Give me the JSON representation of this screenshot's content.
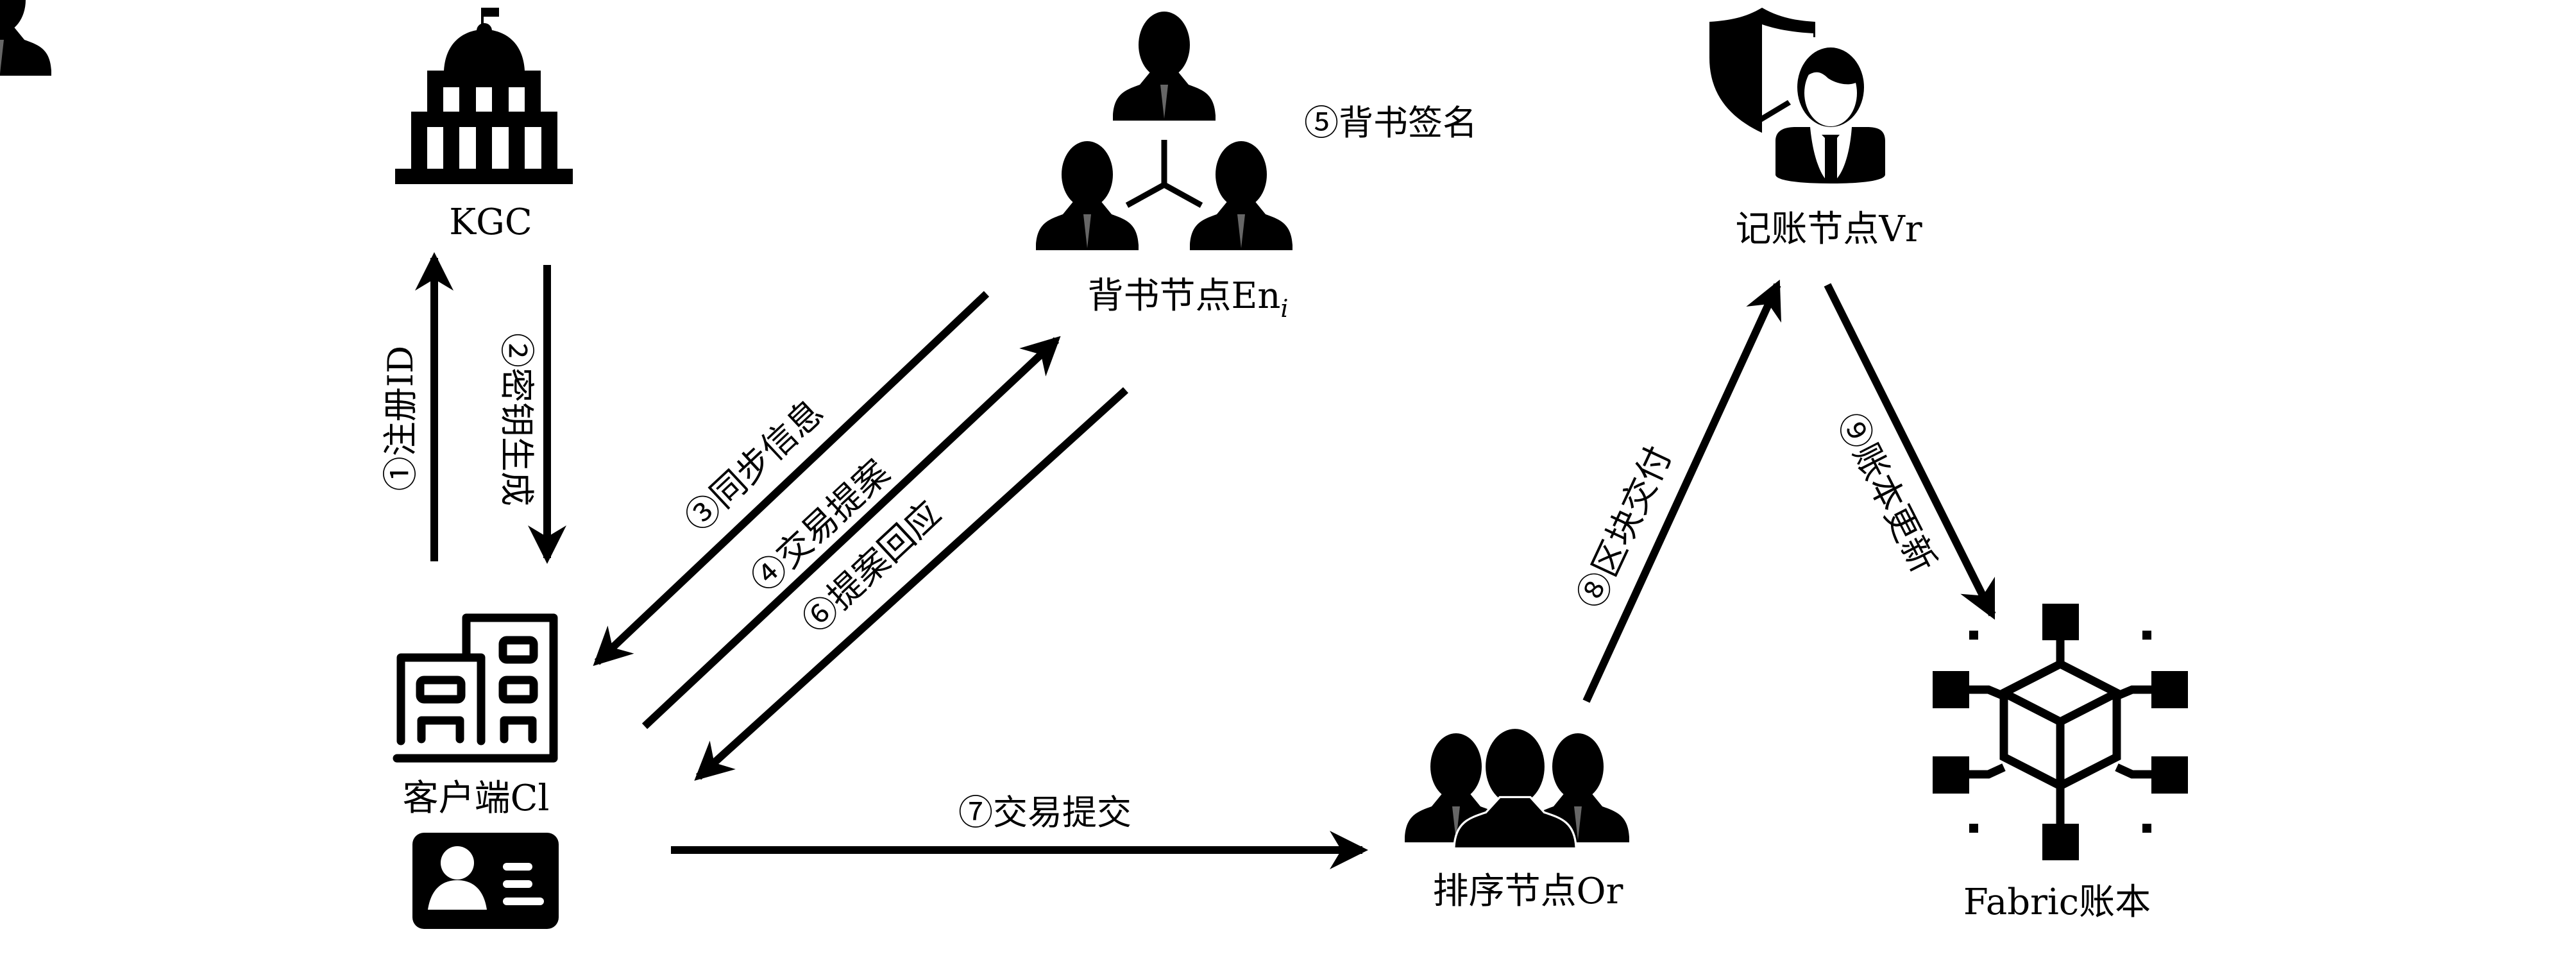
{
  "diagram": {
    "nodes": {
      "kgc": {
        "label": "KGC",
        "icon": "government-building-icon"
      },
      "endorser": {
        "label": "背书节点En",
        "subscript": "i",
        "icon": "three-people-network-icon"
      },
      "committer": {
        "label": "记账节点Vr",
        "icon": "shield-person-icon"
      },
      "client": {
        "label": "客户端Cl",
        "icon": "office-building-icon",
        "id_icon": "id-card-icon"
      },
      "orderer": {
        "label": "排序节点Or",
        "icon": "three-people-group-icon"
      },
      "ledger": {
        "label": "Fabric账本",
        "icon": "blockchain-cube-icon"
      }
    },
    "steps": [
      {
        "id": 1,
        "label": "①注册ID",
        "from": "client",
        "to": "kgc"
      },
      {
        "id": 2,
        "label": "②密钥生成",
        "from": "kgc",
        "to": "client"
      },
      {
        "id": 3,
        "label": "③同步信息",
        "from": "endorser",
        "to": "client"
      },
      {
        "id": 4,
        "label": "④交易提案",
        "from": "client",
        "to": "endorser"
      },
      {
        "id": 5,
        "label": "⑤背书签名",
        "from": "endorser",
        "to": "endorser"
      },
      {
        "id": 6,
        "label": "⑥提案回应",
        "from": "endorser",
        "to": "client"
      },
      {
        "id": 7,
        "label": "⑦交易提交",
        "from": "client",
        "to": "orderer"
      },
      {
        "id": 8,
        "label": "⑧区块交付",
        "from": "orderer",
        "to": "committer"
      },
      {
        "id": 9,
        "label": "⑨账本更新",
        "from": "committer",
        "to": "ledger"
      }
    ],
    "colors": {
      "ink": "#000000",
      "background": "#ffffff"
    }
  }
}
